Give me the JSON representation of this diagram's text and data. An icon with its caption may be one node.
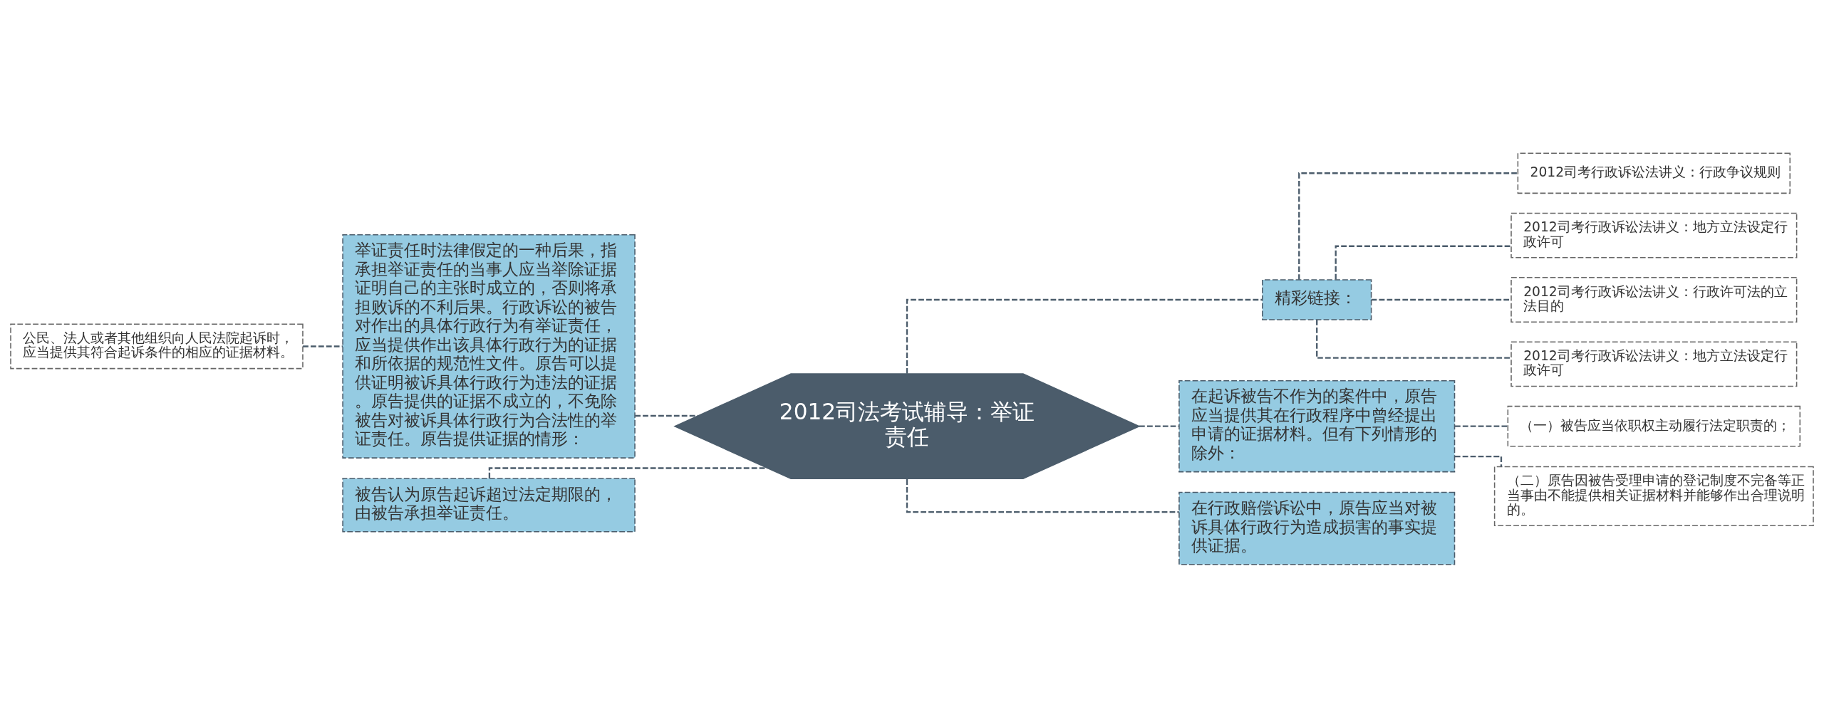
{
  "diagram": {
    "nodes": [
      {
        "text": [
          "2012司法考试辅导：举证责任"
        ]
      },
      {
        "text": [
          "举证责任时法律假定的一种后果，指承担举证责任的当事人应当举除证据证明自己的主张时成立的，否则将承担败诉的不利后果。行政诉讼的被告对作出的具体行政行为有举证责任，应当提供作出该具体行政行为的证据和所依据的规范性文件。原告可以提供证明被诉具体行政行为违法的证据。原告提供的证据不成立的，不免除被告对被诉具体行政行为合法性的举证责任。原告提供证据的情形："
        ]
      },
      {
        "text": [
          "公民、法人或者其他组织向人民法院起诉时，应当提供其符合起诉条件的相应的证据材料。"
        ]
      },
      {
        "text": [
          "被告认为原告起诉超过法定期限的，由被告承担举证责任。"
        ]
      },
      {
        "text": [
          "精彩链接："
        ]
      },
      {
        "text": [
          "2012司考行政诉讼法讲义：行政争议规则"
        ]
      },
      {
        "text": [
          "2012司考行政诉讼法讲义：地方立法设定行政许可"
        ]
      },
      {
        "text": [
          "2012司考行政诉讼法讲义：行政许可法的立法目的"
        ]
      },
      {
        "text": [
          "2012司考行政诉讼法讲义：地方立法设定行政许可"
        ]
      },
      {
        "text": [
          "在起诉被告不作为的案件中，原告应当提供其在行政程序中曾经提出申请的证据材料。但有下列情形的除外："
        ]
      },
      {
        "text": [
          "（一）被告应当依职权主动履行法定职责的；"
        ]
      },
      {
        "text": [
          "（二）原告因被告受理申请的登记制度不完备等正当事由不能提供相关证据材料并能够作出合理说明的。"
        ]
      },
      {
        "text": [
          "在行政赔偿诉讼中，原告应当对被诉具体行政行为造成损害的事实提供证据。"
        ]
      }
    ],
    "edges": [
      {
        "from": 0,
        "to": 1,
        "arrow": "none",
        "style": "dashed"
      },
      {
        "from": 1,
        "to": 2,
        "arrow": "none",
        "style": "dashed"
      },
      {
        "from": 0,
        "to": 3,
        "arrow": "none",
        "style": "dashed"
      },
      {
        "from": 0,
        "to": 4,
        "arrow": "none",
        "style": "dashed"
      },
      {
        "from": 4,
        "to": 5,
        "arrow": "none",
        "style": "dashed"
      },
      {
        "from": 4,
        "to": 6,
        "arrow": "none",
        "style": "dashed"
      },
      {
        "from": 4,
        "to": 7,
        "arrow": "none",
        "style": "dashed"
      },
      {
        "from": 4,
        "to": 8,
        "arrow": "none",
        "style": "dashed"
      },
      {
        "from": 0,
        "to": 9,
        "arrow": "none",
        "style": "dashed"
      },
      {
        "from": 9,
        "to": 10,
        "arrow": "none",
        "style": "dashed"
      },
      {
        "from": 9,
        "to": 11,
        "arrow": "none",
        "style": "dashed"
      },
      {
        "from": 0,
        "to": 12,
        "arrow": "none",
        "style": "dashed"
      }
    ]
  }
}
